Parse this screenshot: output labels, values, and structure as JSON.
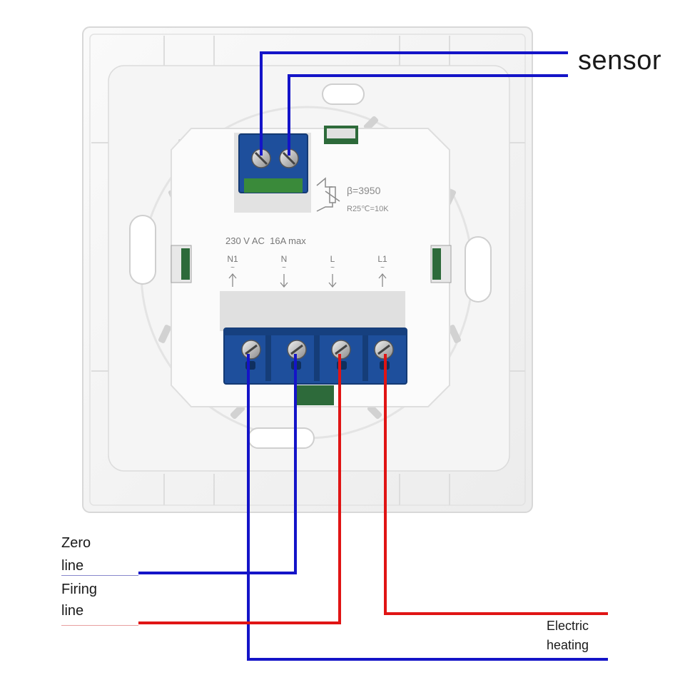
{
  "colors": {
    "neutral_wire": "#1414c8",
    "live_wire": "#e01414",
    "terminal_block": "#1e4f9c",
    "plate": "#f3f3f3"
  },
  "labels": {
    "sensor": "sensor",
    "zero_line": [
      "Zero",
      "line"
    ],
    "firing_line": [
      "Firing",
      "line"
    ],
    "electric_heating": [
      "Electric",
      "heating"
    ]
  },
  "device": {
    "sensor_beta": "β=3950",
    "sensor_r25": "R25℃=10K",
    "rating": "230 V AC  16A max",
    "terminals": [
      "N1",
      "N",
      "L",
      "L1"
    ],
    "terminal_tilde": "~"
  }
}
